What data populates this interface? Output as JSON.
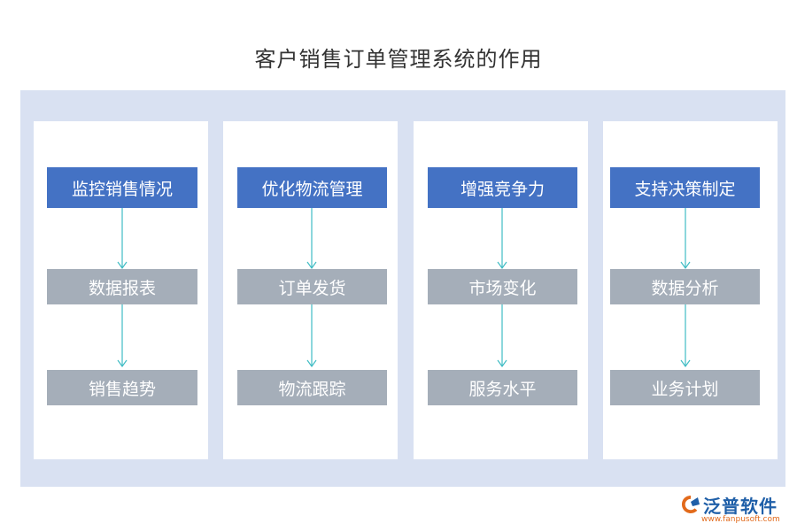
{
  "title": "客户销售订单管理系统的作用",
  "columns": [
    {
      "heading": "监控销售情况",
      "steps": [
        "数据报表",
        "销售趋势"
      ]
    },
    {
      "heading": "优化物流管理",
      "steps": [
        "订单发货",
        "物流跟踪"
      ]
    },
    {
      "heading": "增强竞争力",
      "steps": [
        "市场变化",
        "服务水平"
      ]
    },
    {
      "heading": "支持决策制定",
      "steps": [
        "数据分析",
        "业务计划"
      ]
    }
  ],
  "logo": {
    "name": "泛普软件",
    "url": "www.fanpusoft.com"
  },
  "colors": {
    "heading_bg": "#4472c4",
    "step_bg": "#a5aeb9",
    "panel_bg": "#d9e1f2",
    "arrow": "#3fbcc4"
  }
}
